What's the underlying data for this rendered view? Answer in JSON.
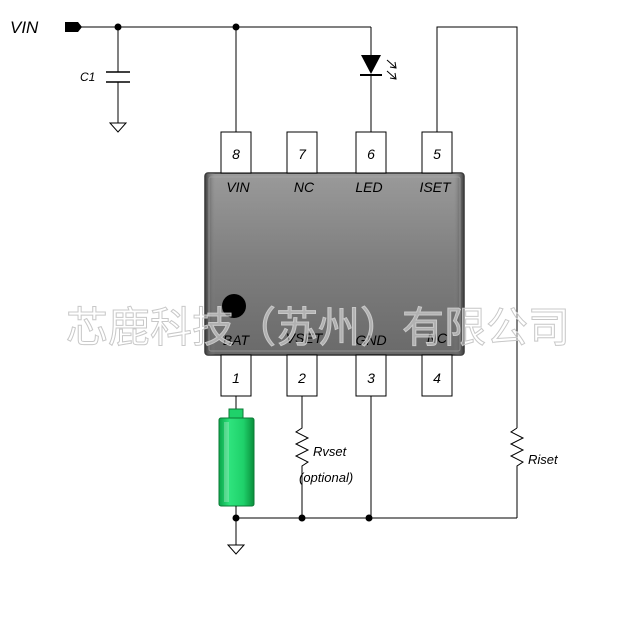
{
  "diagram": {
    "vin_label": "VIN",
    "c1_label": "C1",
    "rvset_label": "Rvset",
    "rvset_note": "(optional)",
    "riset_label": "Riset",
    "watermark": "芯鹿科技（苏州）有限公司",
    "colors": {
      "wire": "#000000",
      "chip_body": "#7f7f7f",
      "battery": "#1fd16a"
    },
    "top_pins": [
      {
        "number": "8",
        "name": "VIN"
      },
      {
        "number": "7",
        "name": "NC"
      },
      {
        "number": "6",
        "name": "LED"
      },
      {
        "number": "5",
        "name": "ISET"
      }
    ],
    "bottom_pins": [
      {
        "number": "1",
        "name": "BAT"
      },
      {
        "number": "2",
        "name": "VSET"
      },
      {
        "number": "3",
        "name": "GND"
      },
      {
        "number": "4",
        "name": "NC"
      }
    ]
  }
}
